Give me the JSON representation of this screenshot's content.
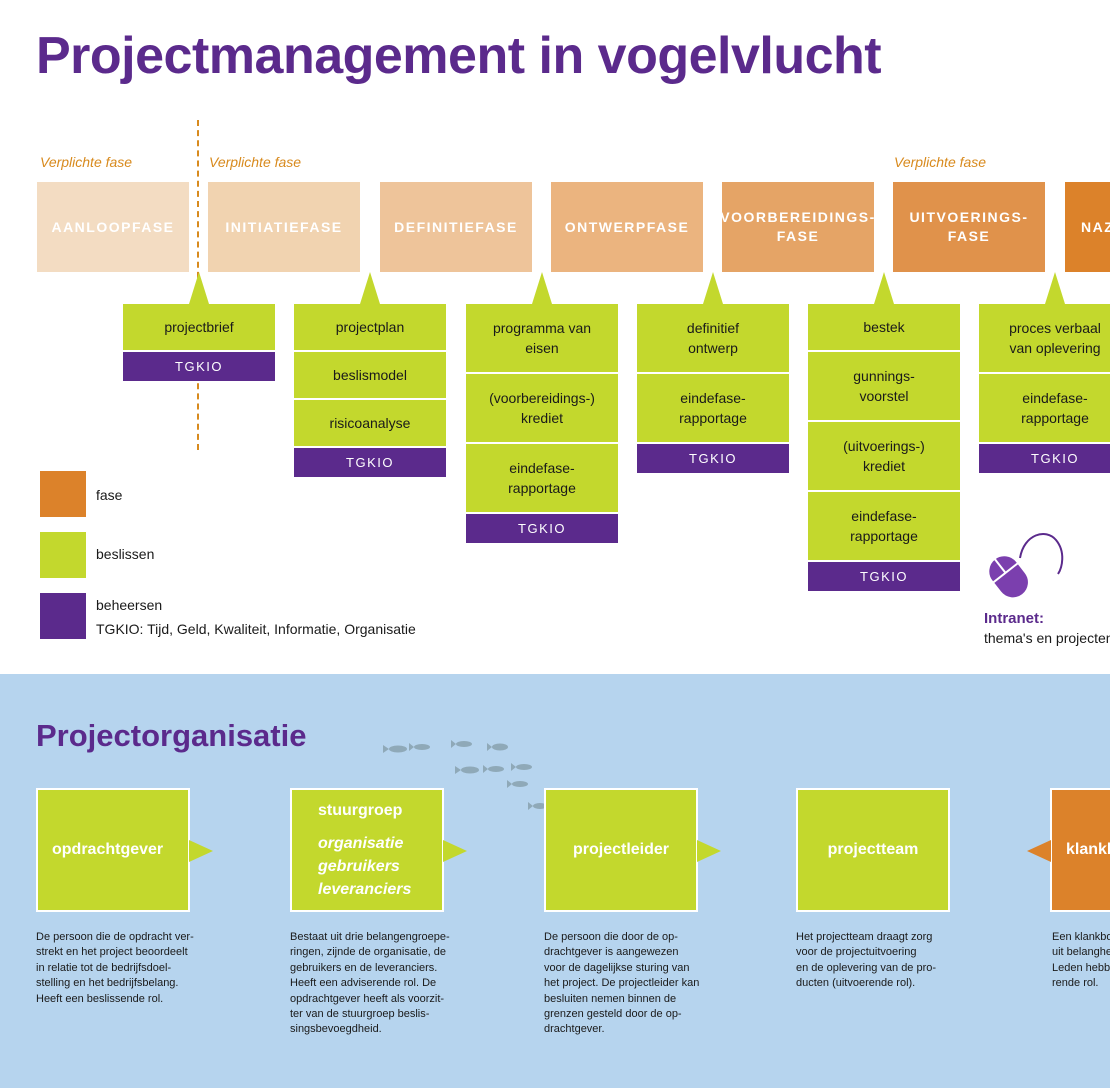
{
  "title": "Projectmanagement in vogelvlucht",
  "verplicht_label": "Verplichte fase",
  "colors": {
    "purple": "#5b2a8c",
    "lime": "#c3d82d",
    "orange": "#dc822a",
    "sky": "#b6d4ee"
  },
  "phases": [
    {
      "label": "AANLOOPFASE",
      "color": "#f3dcc2"
    },
    {
      "label": "INITIATIEFASE",
      "color": "#f1d3b0"
    },
    {
      "label": "DEFINITIEFASE",
      "color": "#eec49a"
    },
    {
      "label": "ONTWERPFASE",
      "color": "#ebb47f"
    },
    {
      "label": "VOORBEREIDINGS-\nFASE",
      "color": "#e5a466"
    },
    {
      "label": "UITVOERINGS-\nFASE",
      "color": "#e0924b"
    },
    {
      "label": "NAZORGFASE",
      "color": "#dc822a"
    }
  ],
  "decisions": [
    {
      "items": [
        "projectbrief"
      ],
      "tgkio": "TGKIO"
    },
    {
      "items": [
        "projectplan",
        "beslismodel",
        "risicoanalyse"
      ],
      "tgkio": "TGKIO"
    },
    {
      "items": [
        "programma van\neisen",
        "(voorbereidings-)\nkrediet",
        "eindefase-\nrapportage"
      ],
      "tgkio": "TGKIO"
    },
    {
      "items": [
        "definitief\nontwerp",
        "eindefase-\nrapportage"
      ],
      "tgkio": "TGKIO"
    },
    {
      "items": [
        "bestek",
        "gunnings-\nvoorstel",
        "(uitvoerings-)\nkrediet",
        "eindefase-\nrapportage"
      ],
      "tgkio": "TGKIO"
    },
    {
      "items": [
        "proces verbaal\nvan oplevering",
        "eindefase-\nrapportage"
      ],
      "tgkio": "TGKIO"
    }
  ],
  "legend": {
    "fase": "fase",
    "beslissen": "beslissen",
    "beheersen": "beheersen",
    "tgkio_full": "TGKIO: Tijd, Geld, Kwaliteit, Informatie, Organisatie"
  },
  "intranet": {
    "title": "Intranet:",
    "subtitle": "thema's en projecten"
  },
  "organisatie": {
    "title": "Projectorganisatie",
    "opdrachtgever": {
      "name": "opdrachtgever",
      "desc": "De persoon die de opdracht ver-\nstrekt en het project beoordeelt\nin relatie tot de bedrijfsdoel-\nstelling en het bedrijfsbelang.\nHeeft een beslissende rol."
    },
    "stuurgroep": {
      "name": "stuurgroep",
      "sub": [
        "organisatie",
        "gebruikers",
        "leveranciers"
      ],
      "desc": "Bestaat uit drie belangengroepe-\nringen, zijnde de organisatie, de\ngebruikers en de leveranciers.\nHeeft een adviserende rol. De\nopdrachtgever heeft als voorzit-\nter van de stuurgroep beslis-\nsingsbevoegdheid."
    },
    "projectleider": {
      "name": "projectleider",
      "desc": "De persoon die door de op-\ndrachtgever is aangewezen\nvoor de dagelijkse sturing van\nhet project. De projectleider kan\nbesluiten nemen binnen de\ngrenzen gesteld door de op-\ndrachtgever."
    },
    "projectteam": {
      "name": "projectteam",
      "desc": "Het projectteam draagt zorg\nvoor de projectuitvoering\nen de oplevering van de pro-\nducten (uitvoerende rol)."
    },
    "klankbordgroep": {
      "name": "klankbordgroep",
      "desc": "Een klankbordgroep bestaat\nuit belanghebbenden.\nLeden hebben een advise-\nrende rol."
    }
  }
}
